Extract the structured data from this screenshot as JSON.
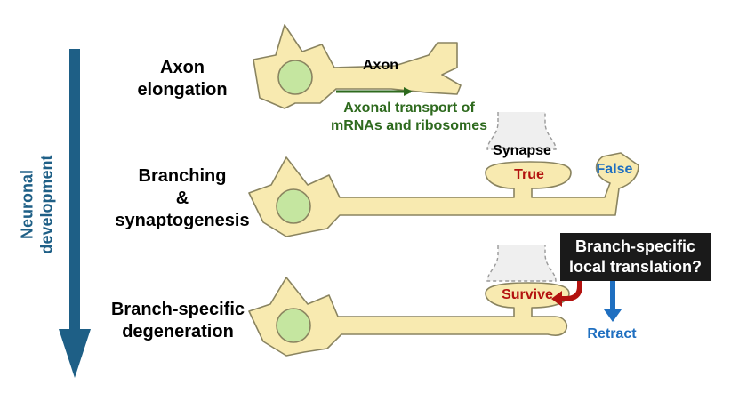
{
  "axis": {
    "label_line1": "Neuronal",
    "label_line2": "development"
  },
  "stages": {
    "elongation": {
      "line1": "Axon",
      "line2": "elongation"
    },
    "branching": {
      "line1": "Branching",
      "line2": "&",
      "line3": "synaptogenesis"
    },
    "degeneration": {
      "line1": "Branch-specific",
      "line2": "degeneration"
    }
  },
  "neuron1": {
    "axon_label": "Axon",
    "transport_line1": "Axonal transport of",
    "transport_line2": "mRNAs and ribosomes"
  },
  "neuron2": {
    "synapse_label": "Synapse",
    "true_label": "True",
    "false_label": "False"
  },
  "neuron3": {
    "survive_label": "Survive",
    "retract_label": "Retract",
    "callout_line1": "Branch-specific",
    "callout_line2": "local translation?"
  },
  "colors": {
    "cell_fill": "#f8eab0",
    "cell_stroke": "#8a8460",
    "nucleus_fill": "#c5e6a0",
    "axis_arrow": "#1e5f86",
    "transport_green": "#2e6a1e",
    "survive_red": "#b3120f",
    "retract_blue": "#1f6fc0"
  }
}
